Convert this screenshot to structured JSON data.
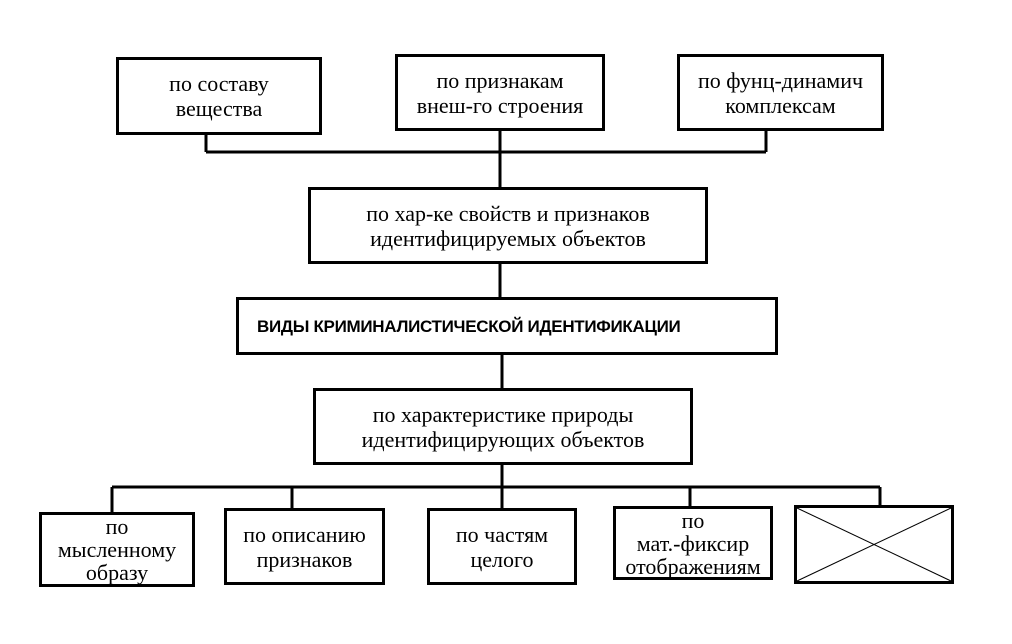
{
  "top_boxes": [
    "по составу\nвещества",
    "по признакам\nвнеш-го строения",
    "по фунц-динамич\nкомплексам"
  ],
  "characteristics_box": "по хар-ке свойств и признаков\nидентифицируемых объектов",
  "title_box": "ВИДЫ КРИМИНАЛИСТИЧЕСКОЙ ИДЕНТИФИКАЦИИ",
  "nature_box": "по характеристике природы\nидентифицирующих объектов",
  "bottom_boxes": [
    "по\nмысленному\nобразу",
    "по описанию\nпризнаков",
    "по частям\nцелого",
    "по\nмат.-фиксир\nотображениям"
  ]
}
